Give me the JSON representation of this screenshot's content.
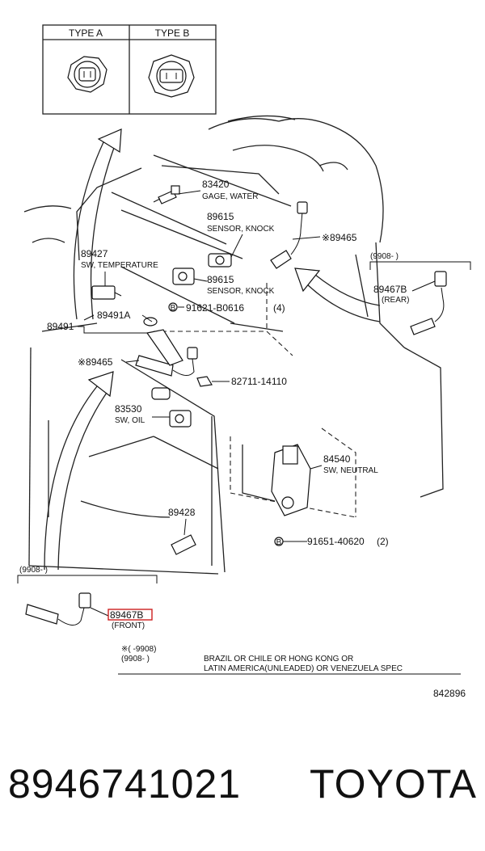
{
  "type_table": {
    "type_a": "TYPE A",
    "type_b": "TYPE B"
  },
  "parts": {
    "p83420": {
      "num": "83420",
      "desc": "GAGE, WATER"
    },
    "p89615a": {
      "num": "89615",
      "desc": "SENSOR, KNOCK"
    },
    "p89615b": {
      "num": "89615",
      "desc": "SENSOR, KNOCK"
    },
    "p89465a": {
      "num": "※89465"
    },
    "p89427": {
      "num": "89427",
      "desc": "SW, TEMPERATURE"
    },
    "p89491a": {
      "num": "89491A"
    },
    "p91621": {
      "num": "91621-B0616",
      "qty": "(4)"
    },
    "p89491": {
      "num": "89491"
    },
    "p89465b": {
      "num": "※89465"
    },
    "p82711": {
      "num": "82711-14110"
    },
    "p83530": {
      "num": "83530",
      "desc": "SW, OIL"
    },
    "p84540": {
      "num": "84540",
      "desc": "SW, NEUTRAL"
    },
    "p89428": {
      "num": "89428"
    },
    "p91651": {
      "num": "91651-40620",
      "qty": "(2)"
    },
    "p89467b_rear": {
      "num": "89467B",
      "desc": "(REAR)"
    },
    "p89467b_front": {
      "num": "89467B",
      "desc": "(FRONT)"
    }
  },
  "brackets": {
    "rear": "(9908-        )",
    "front": "(9908-        )"
  },
  "notes": {
    "line1": "※(      -9908)",
    "line2": "(9908-      )",
    "line3": "BRAZIL OR CHILE OR HONG KONG OR",
    "line4": "LATIN AMERICA(UNLEADED) OR VENEZUELA SPEC"
  },
  "diagram_id": "842896",
  "footer": {
    "part_number": "8946741021",
    "brand": "TOYOTA"
  },
  "colors": {
    "highlight": "#cc2020",
    "ink": "#111111"
  }
}
